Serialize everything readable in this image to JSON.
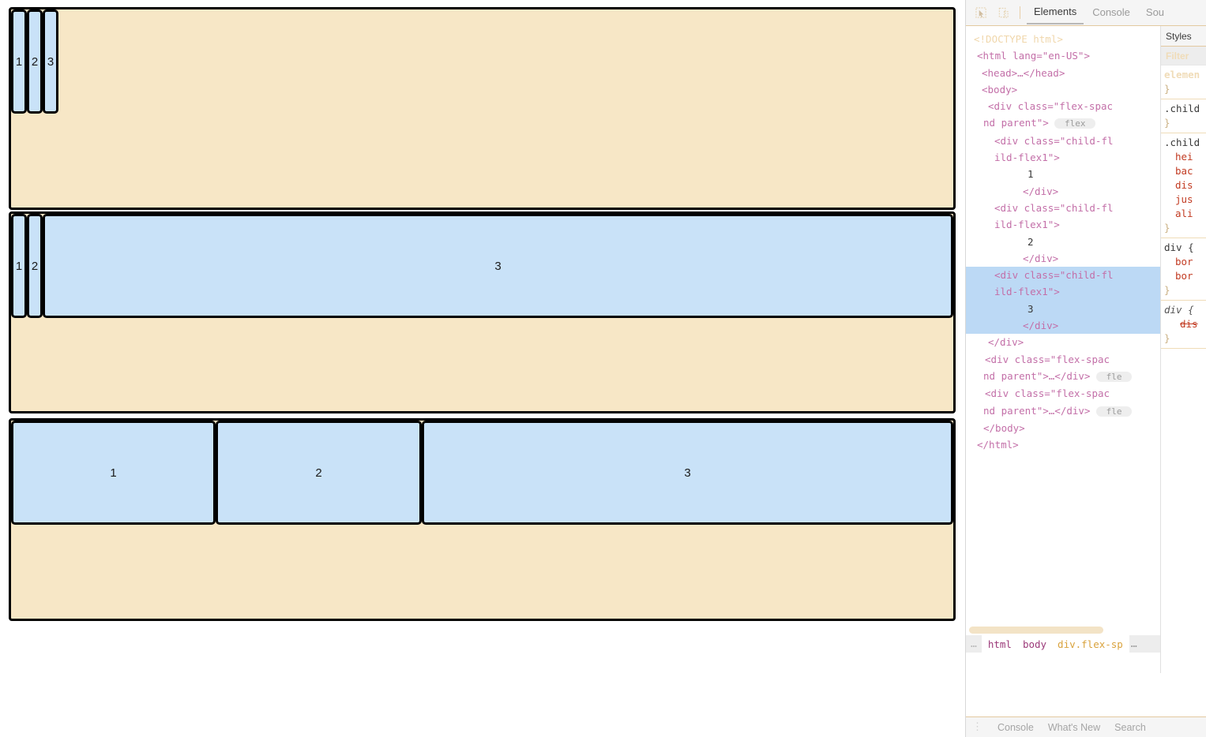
{
  "page": {
    "containers": [
      {
        "name": "flex-spacearound-parent-1",
        "class": "flex-spacearound parent",
        "children": [
          {
            "label": "1",
            "class": "child child-flex1"
          },
          {
            "label": "2",
            "class": "child child-flex1"
          },
          {
            "label": "3",
            "class": "child child-flex1"
          }
        ]
      },
      {
        "name": "flex-spacearound-parent-2",
        "class": "flex-spacearound parent",
        "children": [
          {
            "label": "1",
            "class": "child child-flex1"
          },
          {
            "label": "2",
            "class": "child child-flex1"
          },
          {
            "label": "3",
            "class": "child child-flex1"
          }
        ]
      },
      {
        "name": "flex-spacearound-parent-3",
        "class": "flex-spacearound parent",
        "children": [
          {
            "label": "1",
            "class": "child child-flex1"
          },
          {
            "label": "2",
            "class": "child child-flex1"
          },
          {
            "label": "3",
            "class": "child child-flex1"
          }
        ]
      }
    ],
    "colors": {
      "parent_background": "#f7e7c6",
      "child_background": "#c9e2f8",
      "border": "#000000"
    }
  },
  "devtools": {
    "toolbar": {
      "inspect_icon": "inspect-cursor-icon",
      "device_icon": "device-toolbar-icon",
      "tabs": [
        {
          "label": "Elements",
          "active": true
        },
        {
          "label": "Console",
          "active": false
        },
        {
          "label": "Sou",
          "active": false
        }
      ]
    },
    "dom_tree": [
      {
        "text": "<!DOCTYPE html>",
        "kind": "doctype"
      },
      {
        "text": "<html lang=\"en-US\">",
        "kind": "tag"
      },
      {
        "text": "<head>…</head>",
        "kind": "tag"
      },
      {
        "text": "<body>",
        "kind": "tag"
      },
      {
        "text": "<div class=\"flex-spac",
        "kind": "tag"
      },
      {
        "text": "nd parent\">",
        "badge": "flex",
        "kind": "tag"
      },
      {
        "text": "<div class=\"child-fl",
        "kind": "tag"
      },
      {
        "text": "ild-flex1\">",
        "kind": "tag"
      },
      {
        "text": "1",
        "kind": "text"
      },
      {
        "text": "</div>",
        "kind": "tag"
      },
      {
        "text": "<div class=\"child-fl",
        "kind": "tag"
      },
      {
        "text": "ild-flex1\">",
        "kind": "tag"
      },
      {
        "text": "2",
        "kind": "text"
      },
      {
        "text": "</div>",
        "kind": "tag"
      },
      {
        "text": "<div class=\"child-fl",
        "kind": "tag",
        "selected": true
      },
      {
        "text": "ild-flex1\">",
        "kind": "tag",
        "selected": true
      },
      {
        "text": "3",
        "kind": "text",
        "selected": true
      },
      {
        "text": "</div>",
        "kind": "tag",
        "selected": true
      },
      {
        "text": "</div>",
        "kind": "tag"
      },
      {
        "text": "<div class=\"flex-spac",
        "kind": "tag"
      },
      {
        "text": "nd parent\">…</div>",
        "badge": "fle",
        "kind": "tag"
      },
      {
        "text": "<div class=\"flex-spac",
        "kind": "tag"
      },
      {
        "text": "nd parent\">…</div>",
        "badge": "fle",
        "kind": "tag"
      },
      {
        "text": "</body>",
        "kind": "tag"
      },
      {
        "text": "</html>",
        "kind": "tag"
      }
    ],
    "styles": {
      "tab_label": "Styles",
      "filter_placeholder": "Filter",
      "rules": [
        {
          "selector": "elemen",
          "ghost": true,
          "properties": [],
          "close": "}"
        },
        {
          "selector": ".child",
          "properties": [],
          "close": "}"
        },
        {
          "selector": ".child",
          "properties": [
            {
              "text": "hei"
            },
            {
              "text": "bac"
            },
            {
              "text": "dis"
            },
            {
              "text": "jus"
            },
            {
              "text": "ali"
            }
          ],
          "close": "}"
        },
        {
          "selector": "div {",
          "properties": [
            {
              "text": "bor"
            },
            {
              "text": "bor"
            }
          ],
          "close": "}"
        },
        {
          "selector": "div {",
          "italic": true,
          "properties": [
            {
              "text": "dis",
              "struck": true
            }
          ],
          "close": "}"
        }
      ]
    },
    "breadcrumb": {
      "leading": "…",
      "items": [
        "html",
        "body",
        "div.flex-sp"
      ],
      "more": "…"
    },
    "drawer": {
      "kebab": "⋮",
      "tabs": [
        "Console",
        "What's New",
        "Search"
      ]
    }
  }
}
